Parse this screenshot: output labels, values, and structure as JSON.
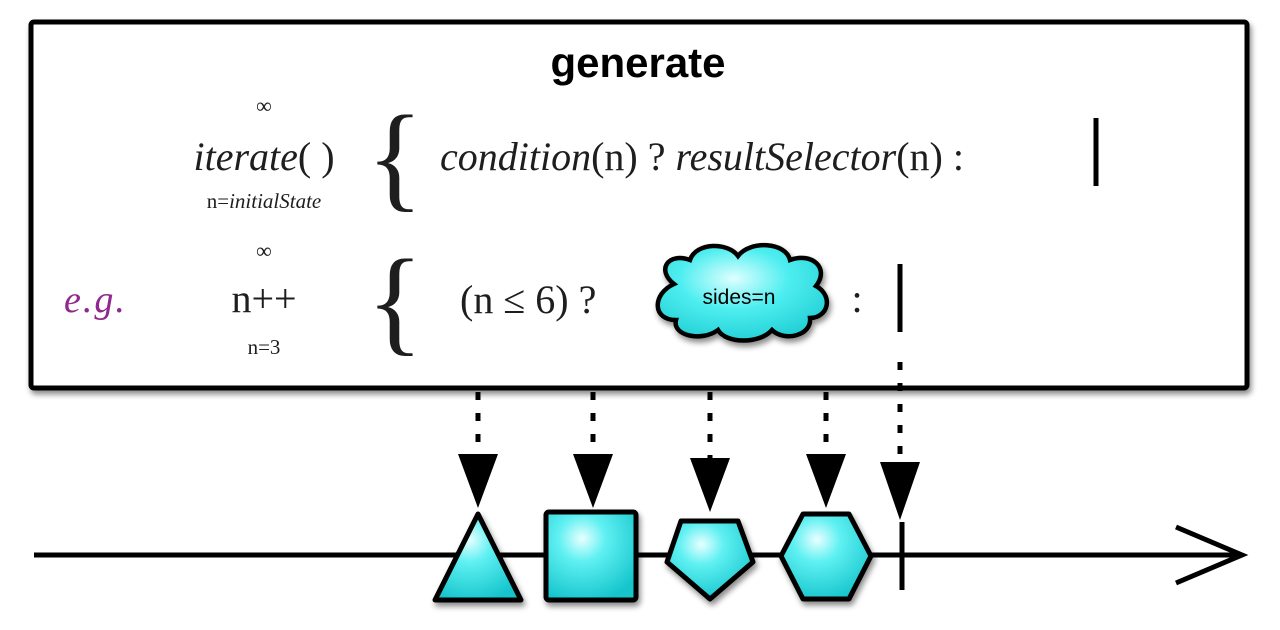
{
  "title": "generate",
  "colors": {
    "shape_fill": "#22d3d8",
    "shape_highlight": "#d8ffff",
    "example_label": "#8e2a8e",
    "stroke": "#000000"
  },
  "definition": {
    "infinity": "∞",
    "function": "iterate",
    "parens": "( )",
    "subscript_prefix": "n=",
    "subscript_var": "initialState",
    "brace": "{",
    "condition": "condition",
    "arg": "(n)",
    "question": " ? ",
    "result_selector": "resultSelector",
    "colon": " :"
  },
  "example": {
    "label": "e.g.",
    "infinity": "∞",
    "increment": "n++",
    "subscript": "n=3",
    "brace": "{",
    "condition": "(n ≤ 6) ?",
    "cloud_label": "sides=n",
    "colon": ":"
  },
  "emitted_items": [
    {
      "shape": "triangle",
      "sides": 3
    },
    {
      "shape": "square",
      "sides": 4
    },
    {
      "shape": "pentagon",
      "sides": 5
    },
    {
      "shape": "hexagon",
      "sides": 6
    }
  ],
  "completion": "completed"
}
